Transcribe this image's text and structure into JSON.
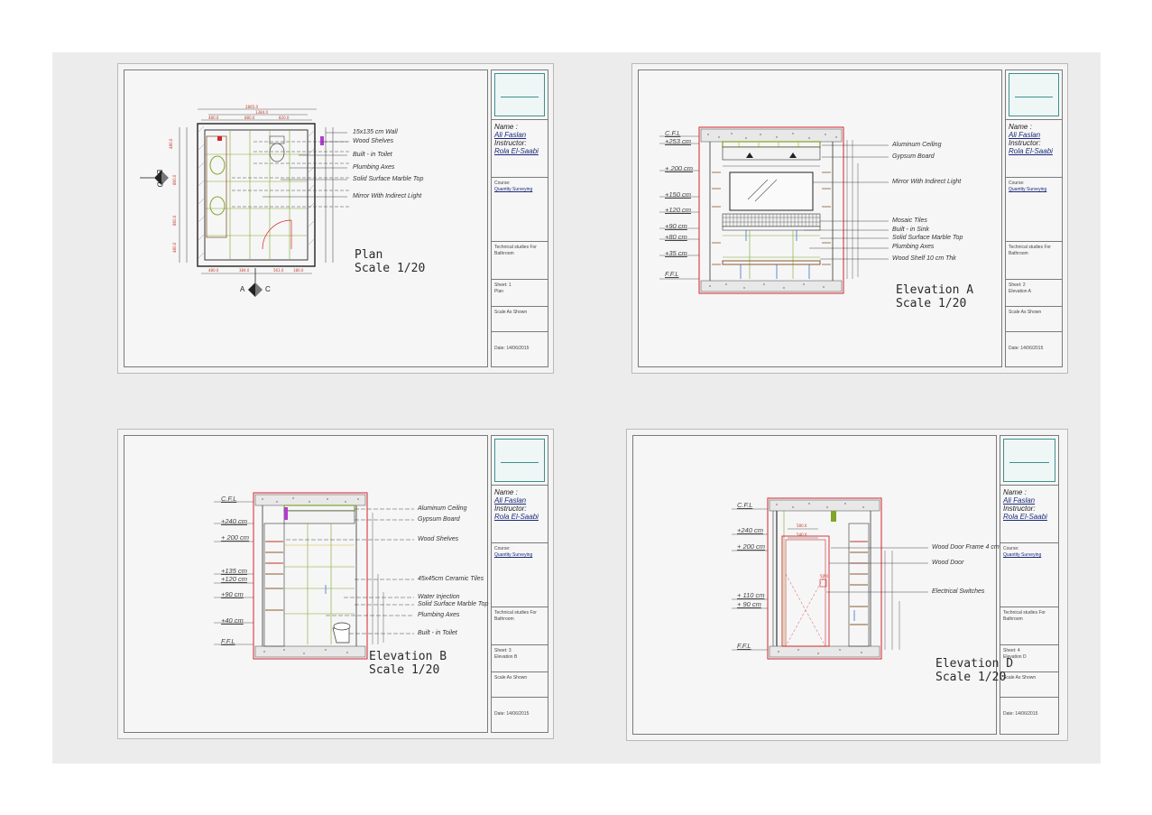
{
  "title_block": {
    "name_label": "Name :",
    "student": "Ali Faslan",
    "instructor_label": "Instructor:",
    "instructor": "Rola El-Saabi",
    "course_label": "Course:",
    "course": "Quantity Surveying",
    "project_line1": "Technical studies For",
    "project_line2": "Bathroom",
    "scale": "Scale As Shown",
    "date": "Date: 14/06/2015"
  },
  "sheets": [
    {
      "sheet_no": "Sheet: 1",
      "sheet_name": "Plan",
      "title": "Plan",
      "scale": "Scale 1/20",
      "labels": [
        "15x135 cm Wall",
        "Wood Shelves",
        "Built - in Toilet",
        "Plumbing Axes",
        "Solid Surface Marble Top",
        "Mirror With Indirect Light"
      ],
      "markers": {
        "b": "B",
        "d": "D",
        "a": "A",
        "c": "C"
      }
    },
    {
      "sheet_no": "Sheet: 2",
      "sheet_name": "Elevation A",
      "title": "Elevation  A",
      "scale": "Scale 1/20",
      "levels": [
        "C.F.L",
        "+253 cm",
        "+ 200 cm",
        "+150 cm",
        "+120 cm",
        "+90 cm",
        "+80 cm",
        "+35 cm",
        "F.F.L"
      ],
      "labels": [
        "Aluminum Ceiling",
        "Gypsum Board",
        "Mirror With Indirect Light",
        "Mosaic Tiles",
        "Built - in Sink",
        "Solid Surface Marble Top",
        "Plumbing Axes",
        "Wood Shelf 10 cm Thk"
      ]
    },
    {
      "sheet_no": "Sheet: 3",
      "sheet_name": "Elevation B",
      "title": "Elevation  B",
      "scale": "Scale 1/20",
      "levels": [
        "C.F.L",
        "+240 cm",
        "+ 200 cm",
        "+135 cm",
        "+120 cm",
        "+90 cm",
        "+40 cm",
        "F.F.L"
      ],
      "labels": [
        "Aluminum Ceiling",
        "Gypsum Board",
        "Wood Shelves",
        "45x45cm Ceramic Tiles",
        "Water Injection",
        "Solid Surface Marble Top",
        "Plumbing Axes",
        "Built - in Toilet"
      ]
    },
    {
      "sheet_no": "Sheet: 4",
      "sheet_name": "Elevation D",
      "title": "Elevation  D",
      "scale": "Scale 1/20",
      "levels": [
        "C.F.L",
        "+240 cm",
        "+ 200 cm",
        "+ 110 cm",
        "+ 90 cm",
        "F.F.L"
      ],
      "labels": [
        "Wood Door Frame 4 cm",
        "Wood Door",
        "Electrical Switches"
      ]
    }
  ],
  "colors": {
    "red": "#d4232b",
    "green": "#7fa52a",
    "yellow": "#d7b63a",
    "blue": "#3b6fd1",
    "magenta": "#b23bcf",
    "cyan": "#3f8f8f",
    "brown": "#8a5a2f"
  }
}
